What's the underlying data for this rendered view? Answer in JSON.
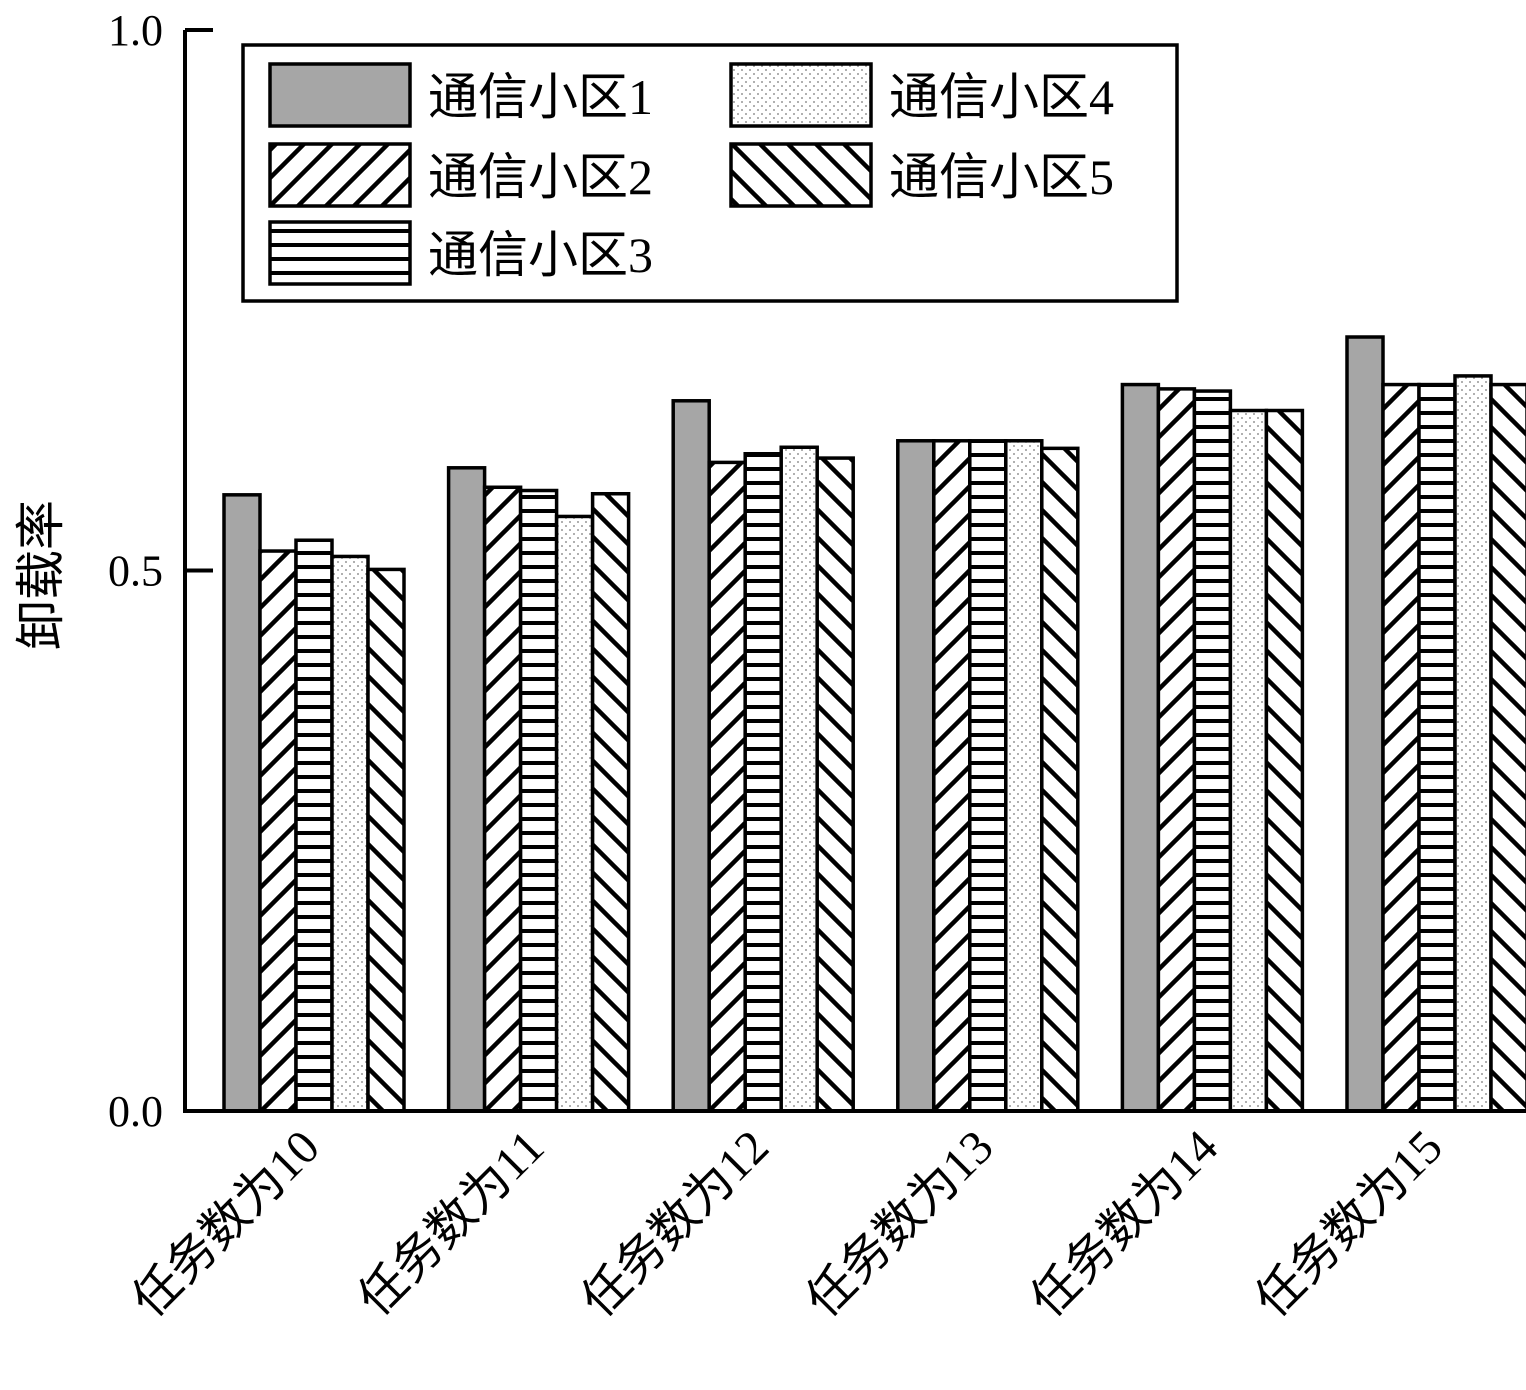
{
  "chart_data": {
    "type": "bar",
    "title": "",
    "xlabel": "",
    "ylabel": "卸载率",
    "ylim": [
      0,
      1.0
    ],
    "yticks": [
      "0.0",
      "0.5",
      "1.0"
    ],
    "grid": false,
    "legend_position": "top",
    "categories": [
      "任务数为10",
      "任务数为11",
      "任务数为12",
      "任务数为13",
      "任务数为14",
      "任务数为15"
    ],
    "series": [
      {
        "name": "通信小区1",
        "pattern": "solid-gray",
        "values": [
          0.57,
          0.595,
          0.657,
          0.62,
          0.672,
          0.716
        ]
      },
      {
        "name": "通信小区2",
        "pattern": "diagonal-up",
        "values": [
          0.518,
          0.577,
          0.6,
          0.62,
          0.668,
          0.672
        ]
      },
      {
        "name": "通信小区3",
        "pattern": "horizontal",
        "values": [
          0.528,
          0.574,
          0.608,
          0.62,
          0.666,
          0.672
        ]
      },
      {
        "name": "通信小区4",
        "pattern": "dotted",
        "values": [
          0.513,
          0.55,
          0.614,
          0.62,
          0.648,
          0.68
        ]
      },
      {
        "name": "通信小区5",
        "pattern": "diagonal-down",
        "values": [
          0.501,
          0.571,
          0.604,
          0.613,
          0.648,
          0.672
        ]
      }
    ],
    "colors": {
      "bar_fill_gray": "#a6a6a6",
      "stroke": "#000000",
      "background": "#ffffff"
    }
  }
}
